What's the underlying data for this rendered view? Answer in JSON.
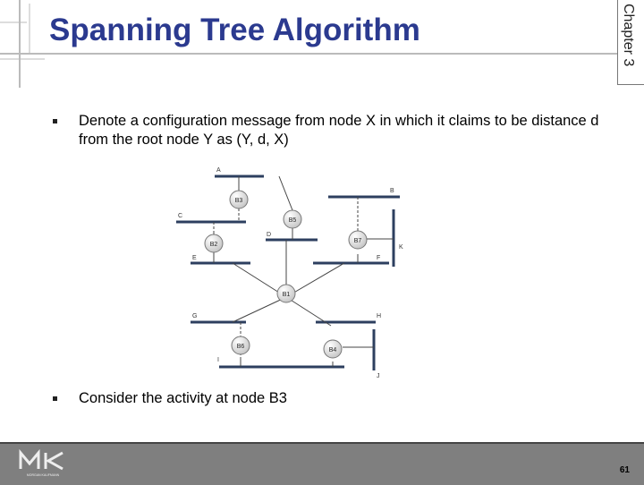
{
  "header": {
    "title": "Spanning Tree Algorithm",
    "chapter": "Chapter 3"
  },
  "bullets": [
    "Denote a configuration message from node X in which it claims to be distance d from the root node Y as (Y, d, X)",
    "Consider the activity at node B3"
  ],
  "diagram": {
    "lans": {
      "A": "A",
      "B": "B",
      "C": "C",
      "D": "D",
      "E": "E",
      "F": "F",
      "G": "G",
      "H": "H",
      "I": "I",
      "J": "J",
      "K": "K"
    },
    "bridges": {
      "B1": "B1",
      "B2": "B2",
      "B3": "B3",
      "B4": "B4",
      "B5": "B5",
      "B6": "B6",
      "B7": "B7"
    }
  },
  "footer": {
    "logo_alt": "MK",
    "logo_sub": "MORGAN KAUFMANN",
    "page": "61"
  }
}
